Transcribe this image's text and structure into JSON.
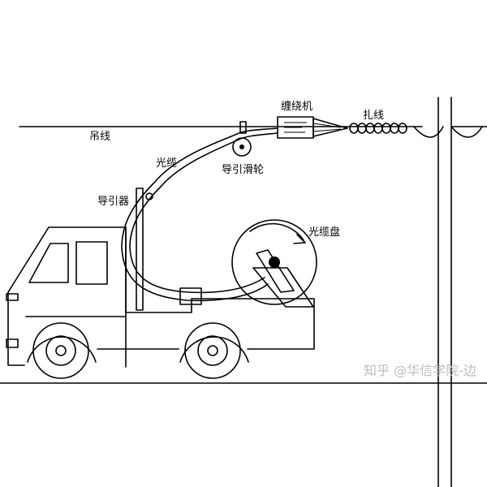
{
  "labels": {
    "messenger_wire": "吊线",
    "optical_cable": "光缆",
    "guide_pulley": "导引滑轮",
    "cable_guide": "导引器",
    "lashing_machine": "缠绕机",
    "lashing_wire": "扎线",
    "cable_drum": "光缆盘"
  },
  "watermark": "知乎 @华信学院-边"
}
